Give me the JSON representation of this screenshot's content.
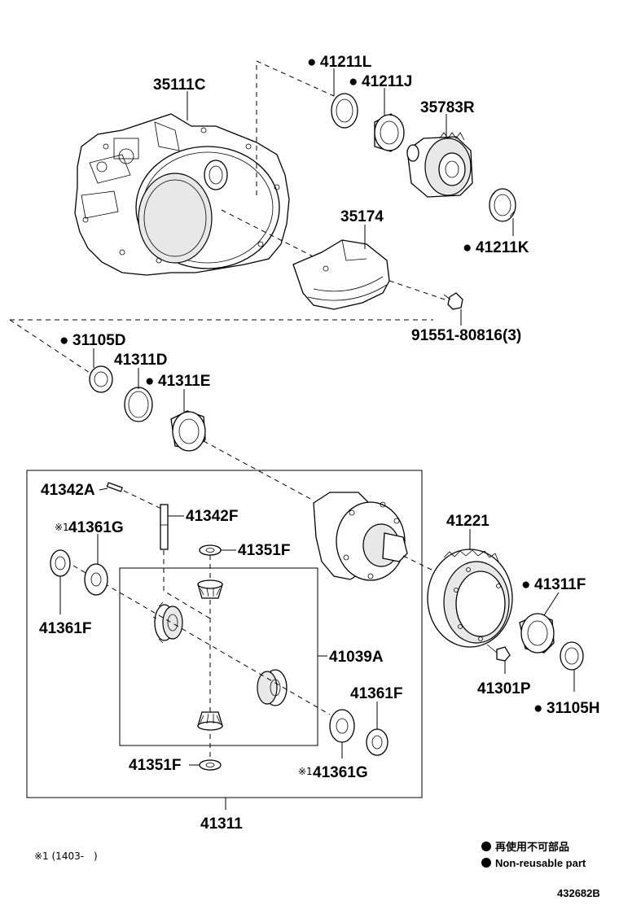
{
  "diagram": {
    "parts": {
      "case": "35111C",
      "seal_l": "41211L",
      "bearing_j": "41211J",
      "gear_r": "35783R",
      "seal_k": "41211K",
      "plate": "35174",
      "bolt": "91551-80816(3)",
      "seal_d_oil": "31105D",
      "shim_d": "41311D",
      "bearing_e": "41311E",
      "pin": "41342A",
      "shaft": "41342F",
      "washer_g_top": "41361G",
      "washer_f_left": "41361F",
      "pinion_washer_top": "41351F",
      "pinion_kit": "41039A",
      "washer_f_right": "41361F",
      "washer_g_bottom": "41361G",
      "pinion_washer_bottom": "41351F",
      "diff_assy": "41311",
      "ring_gear": "41221",
      "bearing_f": "41311F",
      "ring_bolt": "41301P",
      "seal_h": "31105H"
    },
    "note_mark": "※1",
    "note_text": "※1 (1403-　)",
    "legend_jp": "再使用不可部品",
    "legend_en": "Non-reusable part",
    "illustration_id": "432682B",
    "bullet": "●"
  }
}
